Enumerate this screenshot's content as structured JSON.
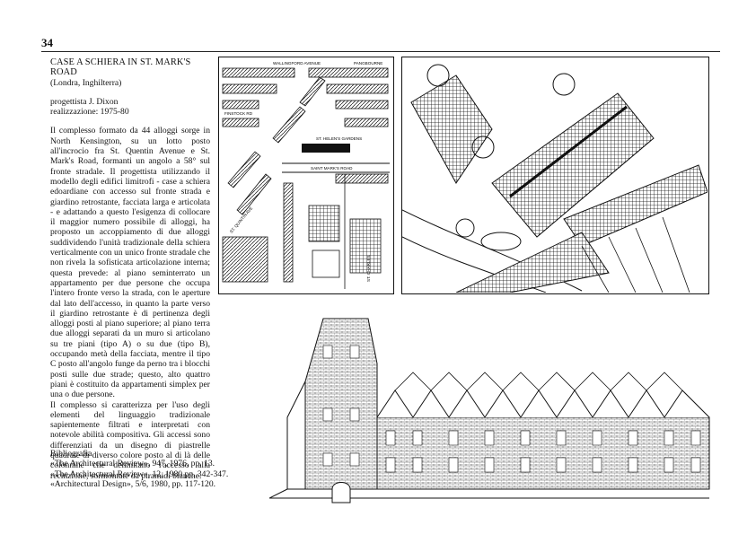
{
  "page_number": "34",
  "article": {
    "title": "CASE A SCHIERA IN ST. MARK'S ROAD",
    "location": "(Londra, Inghilterra)",
    "designer": "progettista J. Dixon",
    "realization": "realizzazione: 1975-80",
    "paragraph_1": "Il complesso formato da 44 alloggi sorge in North Kensington, su un lotto posto all'incrocio fra St. Quentin Avenue e St. Mark's Road, formanti un angolo a 58° sul fronte stradale. Il progettista utilizzando il modello degli edifici limitrofi - case a schiera edoardiane con accesso sul fronte strada e giardino retrostante, facciata larga e articolata - e adattando a questo l'esigenza di collocare il maggior numero possibile di alloggi, ha proposto un accoppiamento di due alloggi suddividendo l'unità tradizionale della schiera verticalmente con un unico fronte stradale che non rivela la sofisticata articolazione interna; questa prevede: al piano seminterrato un appartamento per due persone che occupa l'intero fronte verso la strada, con le aperture dal lato dell'accesso, in quanto la parte verso il giardino retrostante è di pertinenza degli alloggi posti al piano superiore; al piano terra due alloggi separati da un muro si articolano su tre piani (tipo A) o su due (tipo B), occupando metà della facciata, mentre il tipo C posto all'angolo funge da perno tra i blocchi posti sulle due strade; questo, alto quattro piani è costituito da appartamenti simplex per una o due persone.",
    "paragraph_2": "Il complesso si caratterizza per l'uso degli elementi del linguaggio tradizionale sapientemente filtrati e interpretati con notevole abilità compositiva. Gli accessi sono differenziati da un disegno di piastrelle quadrate di diverso colore posto al di là delle colonnine che delimitano l'accesso alla recinzione, sormontate da piramidi bianche."
  },
  "bibliography": {
    "heading": "Bibliografia",
    "entries": [
      "«The Architectural Review», 947, 1976, pp. 13.",
      "«The Architectural Review», 12, 1980 pp. 342-347.",
      "«Architectural Design», 5/6, 1980, pp. 117-120."
    ]
  },
  "site_plan_labels": {
    "top_street_1": "WALLINGFORD AVENUE",
    "top_street_2": "PANGBOURNE",
    "street_a": "FINSTOCK RD",
    "street_b": "ST. HELEN'S GARDENS",
    "main_street": "SAINT MARK'S ROAD",
    "side_label": "ST. QUINTIN AVE",
    "lower_label": "ST. CHARLES"
  }
}
